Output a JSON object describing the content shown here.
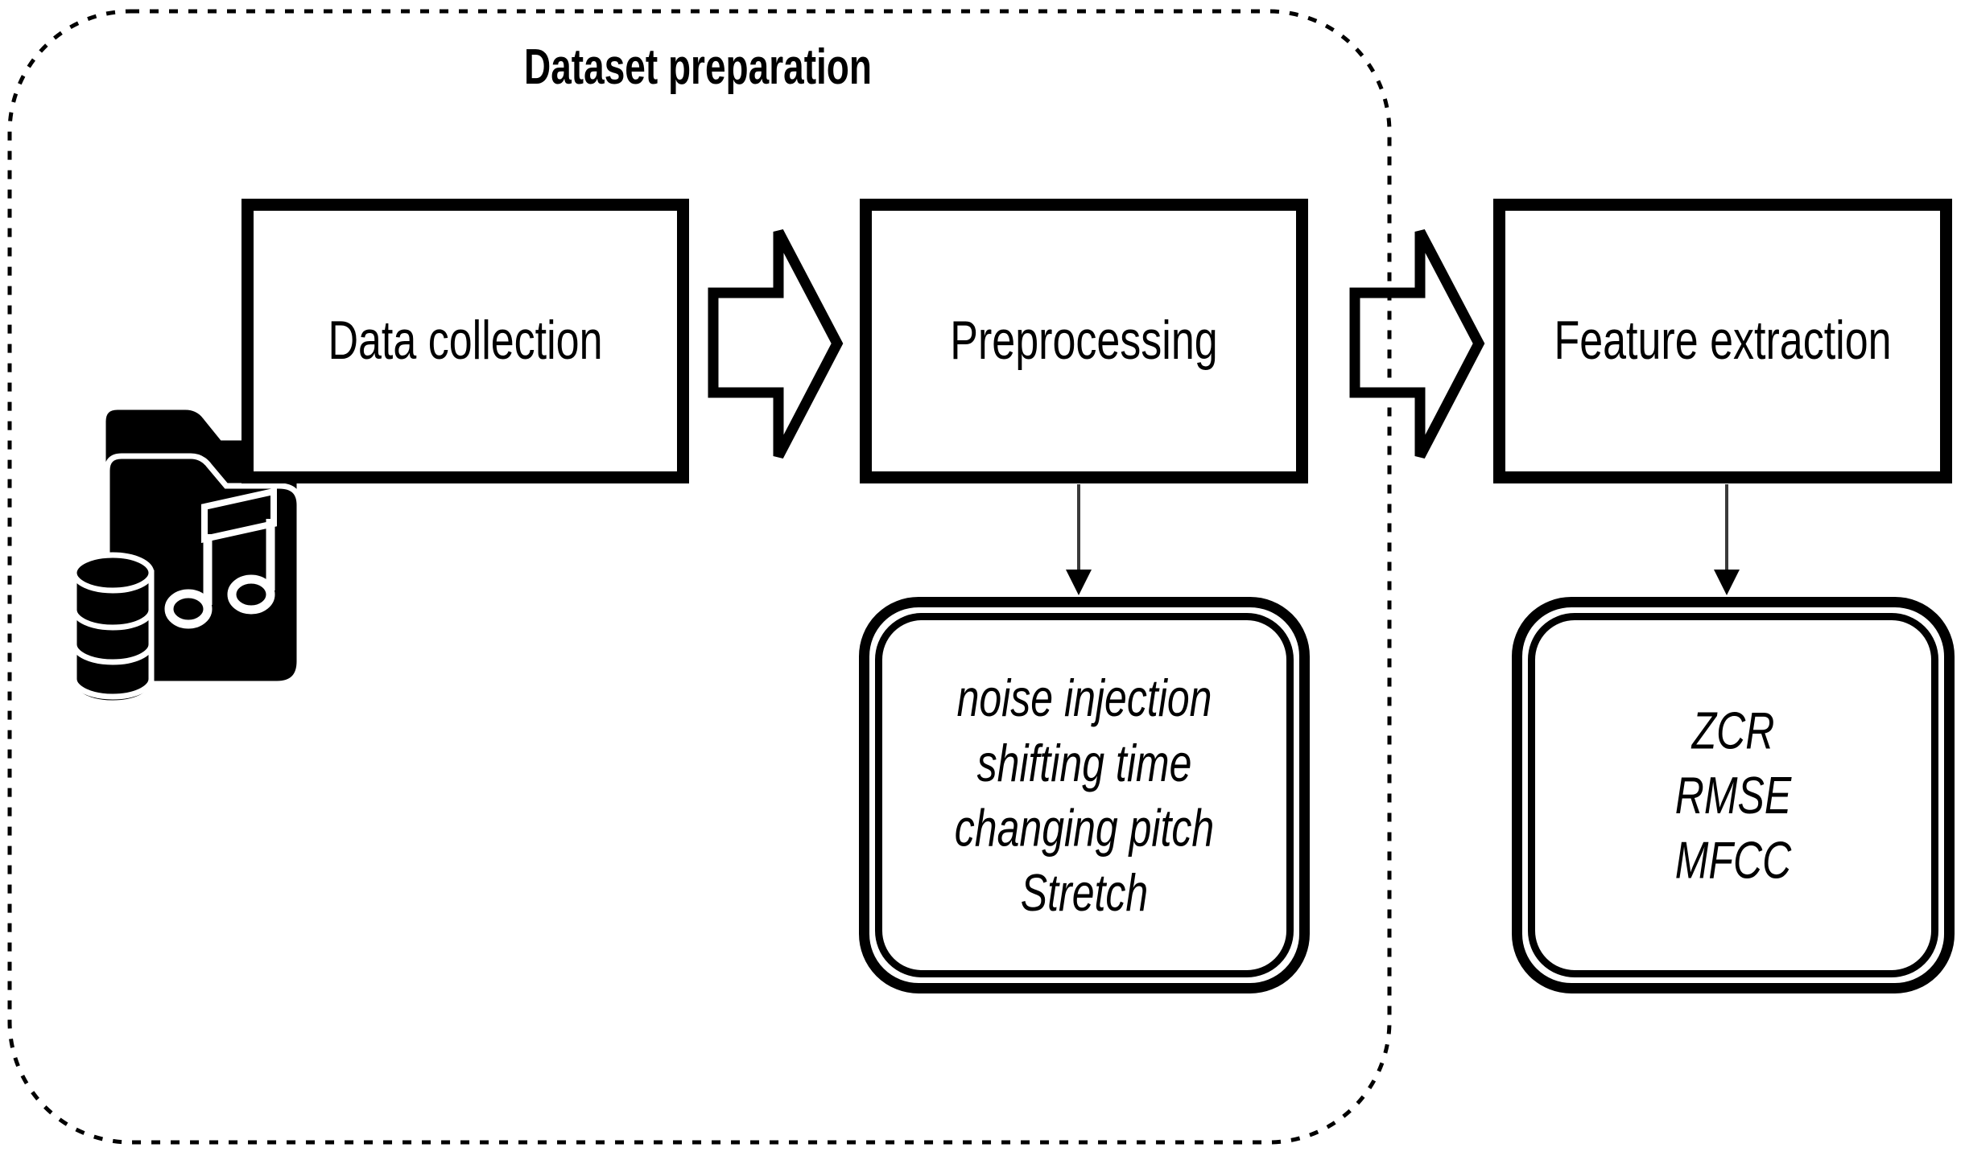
{
  "diagram": {
    "title": "Dataset preparation",
    "stages": [
      {
        "label": "Data collection"
      },
      {
        "label": "Preprocessing"
      },
      {
        "label": "Feature extraction"
      }
    ],
    "preprocessing_techniques": [
      "noise injection",
      "shifting time",
      "changing pitch",
      "Stretch"
    ],
    "extracted_features": [
      "ZCR",
      "RMSE",
      "MFCC"
    ],
    "icons": [
      "music-folder-icon",
      "database-icon",
      "block-arrow-icon",
      "down-arrow-icon"
    ],
    "colors": {
      "ink": "#000000",
      "paper": "#ffffff",
      "thin_arrow": "#3a3a3a"
    }
  }
}
